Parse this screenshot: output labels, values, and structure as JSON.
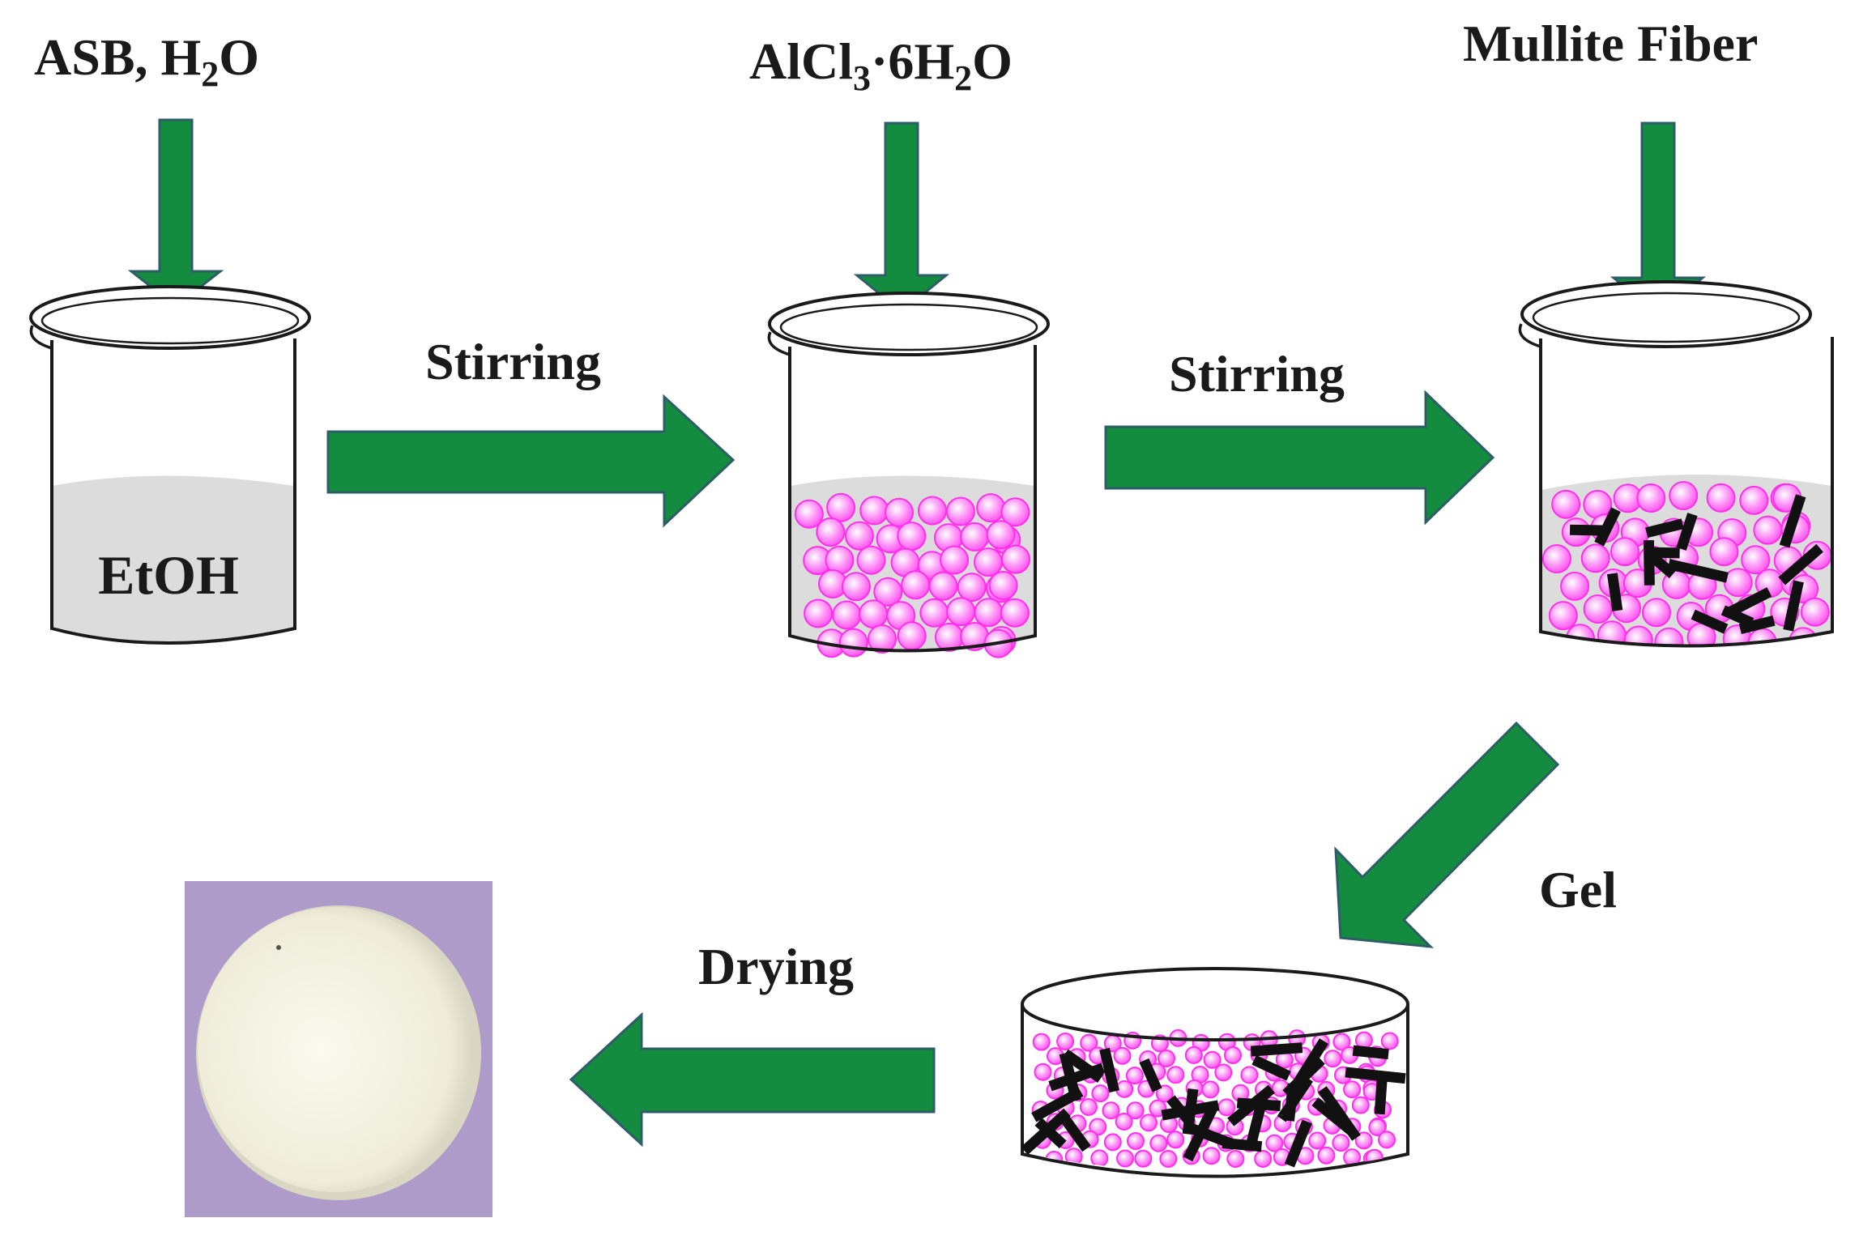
{
  "inputs": {
    "asb": {
      "main": "ASB, H",
      "sub": "2",
      "tail": "O"
    },
    "alcl": {
      "a": "AlCl",
      "s1": "3",
      "b": "·6H",
      "s2": "2",
      "c": "O"
    },
    "fiber": "Mullite Fiber"
  },
  "beaker1_label": "EtOH",
  "steps": {
    "stir1": "Stirring",
    "stir2": "Stirring",
    "gel": "Gel",
    "dry": "Drying"
  },
  "colors": {
    "arrow_fill": "#138c3f",
    "arrow_stroke": "#2d5d66",
    "particle": "#ff80f6",
    "fiber": "#111111",
    "liquid": "#dcdcdc",
    "photo_bg": "#b39fcc",
    "disc": "#f1efdd"
  }
}
